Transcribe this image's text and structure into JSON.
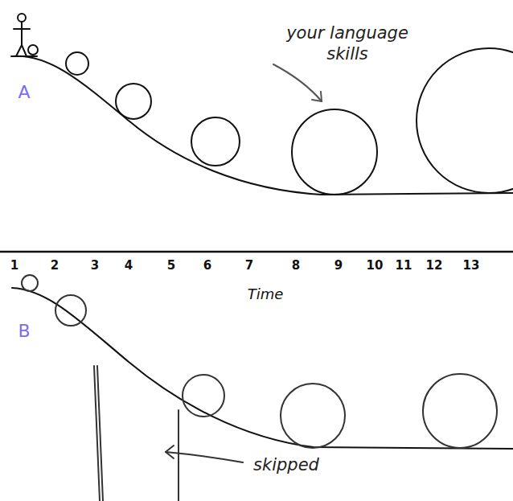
{
  "diagram": {
    "labels": [
      "A",
      "your language skills",
      "1",
      "2",
      "3",
      "4",
      "5",
      "6",
      "7",
      "8",
      "9",
      "10",
      "11",
      "12",
      "13",
      "Time",
      "B",
      "skipped"
    ]
  }
}
